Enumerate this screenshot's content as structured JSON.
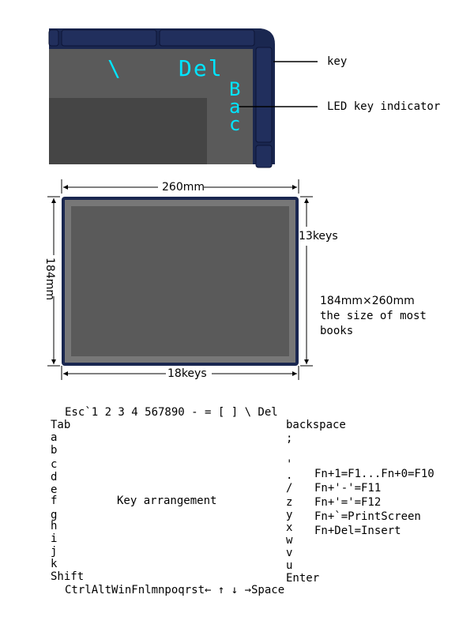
{
  "zoom": {
    "key_char_backslash": "\\",
    "key_del": "Del",
    "led_letters": [
      "B",
      "a",
      "c"
    ],
    "callout_key": "key",
    "callout_led": "LED key indicator",
    "colors": {
      "frame": "#1a2750",
      "screen": "#5a5a5a",
      "inner": "#454545",
      "led": "#00e5ff"
    }
  },
  "device": {
    "width_label": "260mm",
    "height_label": "184mm",
    "right_keys_label": "13keys",
    "bottom_keys_label": "18keys",
    "size_note": [
      "184mm×260mm",
      "the size of most",
      "books"
    ]
  },
  "layout_text": {
    "top_row": "Esc`1 2 3 4 567890 - = [ ] \\ Del",
    "left_column": [
      "Tab",
      "a",
      "b",
      "c",
      "d",
      "e",
      "f",
      "g",
      "h",
      "i",
      "j",
      "k",
      "Shift"
    ],
    "right_column": [
      "backspace",
      ";",
      "'",
      ".",
      "/",
      "z",
      "y",
      "x",
      "w",
      "v",
      "u",
      "Enter"
    ],
    "bottom_row": "CtrlAltWinFnlmnpoqrst← ↑ ↓ →Space",
    "center_title": "Key arrangement",
    "fn_notes": [
      "Fn+1=F1...Fn+0=F10",
      "Fn+'-'=F11",
      "Fn+'='=F12",
      "Fn+`=PrintScreen",
      "Fn+Del=Insert"
    ]
  }
}
